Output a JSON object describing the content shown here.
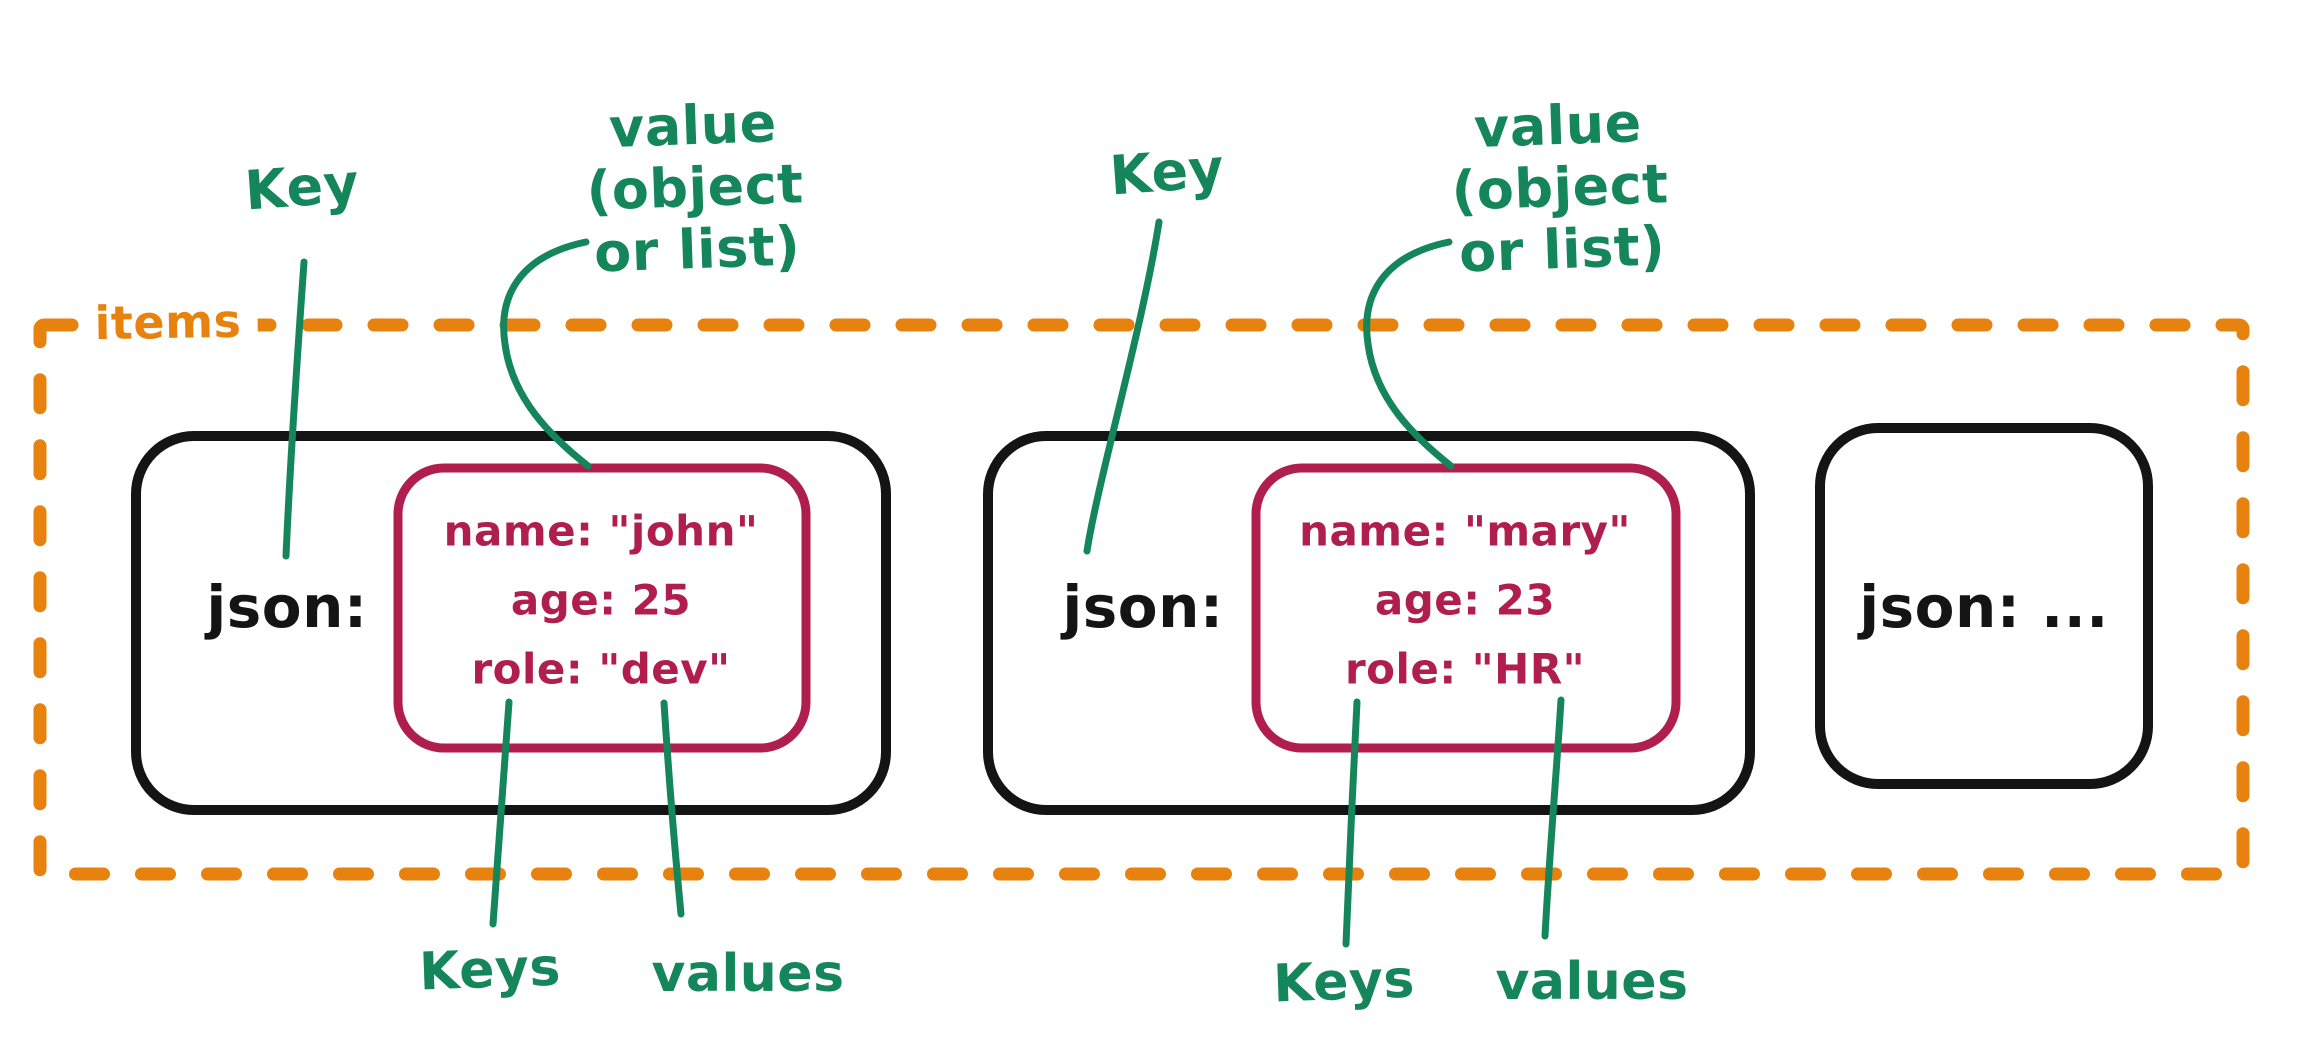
{
  "diagram": {
    "kind": "hand-drawn sketch of a JSON list structure",
    "colors": {
      "annotation_green": "#15865c",
      "items_orange": "#e8820e",
      "object_crimson": "#b01e4d",
      "card_black": "#141414",
      "background": "#ffffff"
    },
    "annotations": {
      "items": "items",
      "key": "Key",
      "value_lines": [
        "value",
        "(object",
        "or list)"
      ],
      "keys": "Keys",
      "values": "values"
    },
    "cards": [
      {
        "key_text": "json:",
        "object_lines": [
          "name: \"john\"",
          "age: 25",
          "role: \"dev\""
        ]
      },
      {
        "key_text": "json:",
        "object_lines": [
          "name: \"mary\"",
          "age: 23",
          "role: \"HR\""
        ]
      },
      {
        "key_text": "json: ...",
        "object_lines": []
      }
    ]
  }
}
